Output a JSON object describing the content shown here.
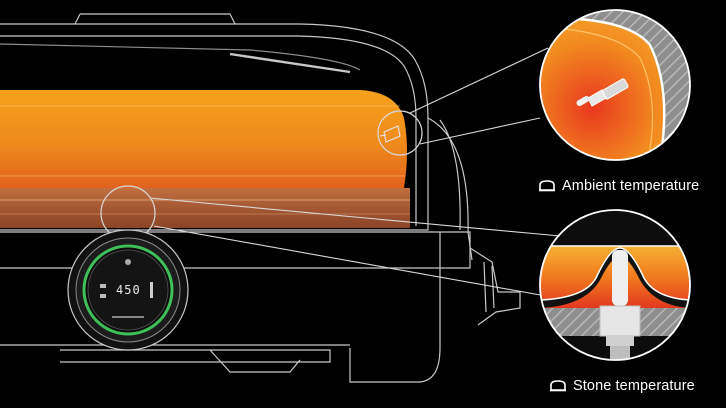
{
  "labels": {
    "ambient": "Ambient temperature",
    "stone": "Stone temperature"
  },
  "display": {
    "value": "450"
  },
  "icons": {
    "ambient": "oven-icon",
    "stone": "oven-icon"
  },
  "colors": {
    "background": "#000000",
    "outline": "#cfcfcf",
    "flame_top": "#f7a21b",
    "flame_bottom": "#e2561d",
    "stone_gray": "#9a9a9a",
    "dial_ring": "#3fbf5a"
  }
}
